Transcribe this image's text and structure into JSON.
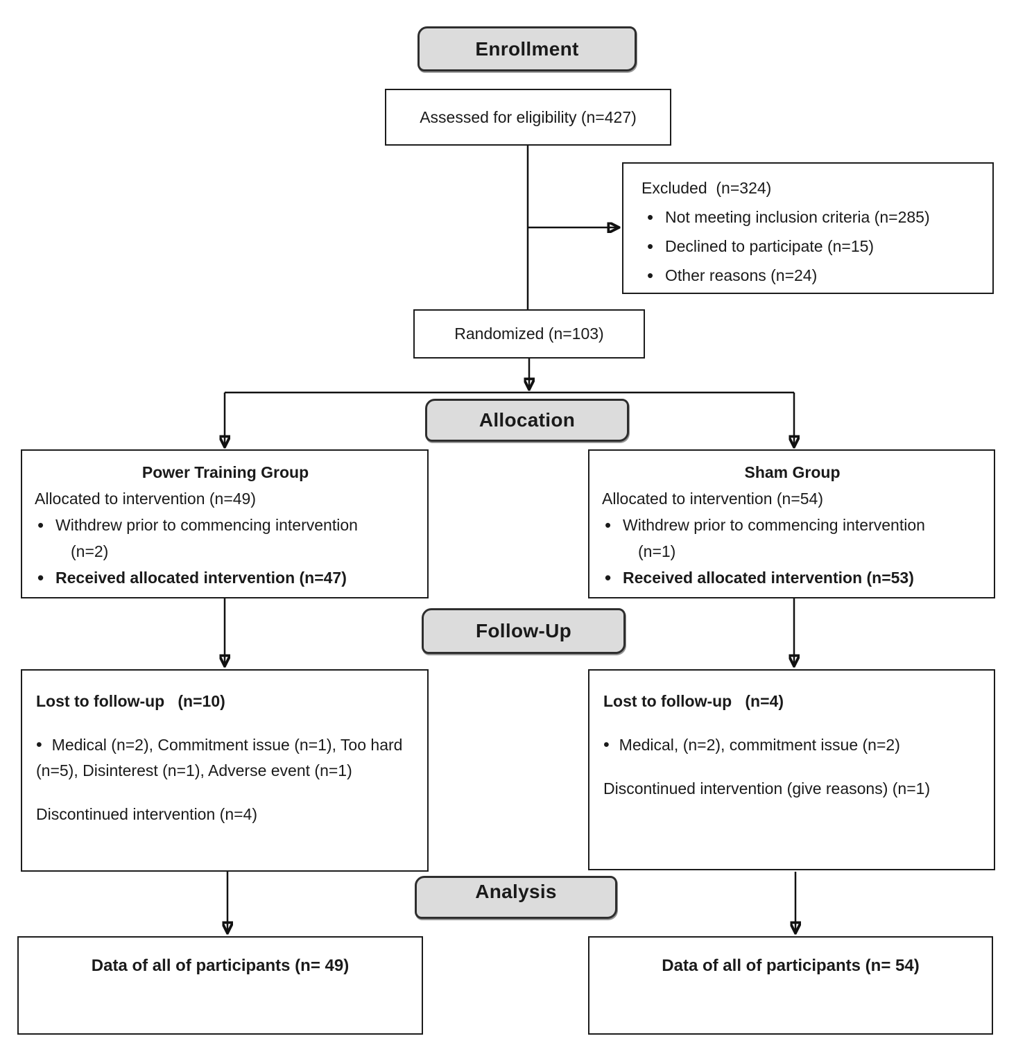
{
  "stage_headers": {
    "enrollment": "Enrollment",
    "allocation": "Allocation",
    "followup": "Follow-Up",
    "analysis": "Analysis"
  },
  "enrollment": {
    "assessed": "Assessed for eligibility (n=427)",
    "excluded": {
      "title": "Excluded  (n=324)",
      "items": [
        "Not meeting inclusion criteria (n=285)",
        "Declined to participate (n=15)",
        "Other reasons (n=24)"
      ]
    },
    "randomized": "Randomized (n=103)"
  },
  "allocation": {
    "power": {
      "title": "Power Training Group",
      "allocated": "Allocated to intervention (n=49)",
      "withdrew": "Withdrew prior to commencing intervention",
      "withdrew_n": "(n=2)",
      "received": "Received allocated intervention (n=47)"
    },
    "sham": {
      "title": "Sham Group",
      "allocated": "Allocated to intervention (n=54)",
      "withdrew": "Withdrew prior to commencing intervention",
      "withdrew_n": "(n=1)",
      "received": "Received allocated intervention (n=53)"
    }
  },
  "followup": {
    "power": {
      "lost": "Lost to follow-up   (n=10)",
      "reasons": "Medical (n=2), Commitment issue (n=1), Too hard (n=5), Disinterest (n=1), Adverse event (n=1)",
      "discontinued": "Discontinued intervention (n=4)"
    },
    "sham": {
      "lost": "Lost to follow-up   (n=4)",
      "reasons": "Medical, (n=2), commitment issue (n=2)",
      "discontinued": "Discontinued intervention (give reasons) (n=1)"
    }
  },
  "analysis": {
    "power": "Data of all of participants (n= 49)",
    "sham": "Data of all of participants (n= 54)"
  },
  "colors": {
    "stage_header_fill": "#dcdcdc",
    "box_border": "#1c1c1c",
    "text": "#1a1a1a"
  }
}
